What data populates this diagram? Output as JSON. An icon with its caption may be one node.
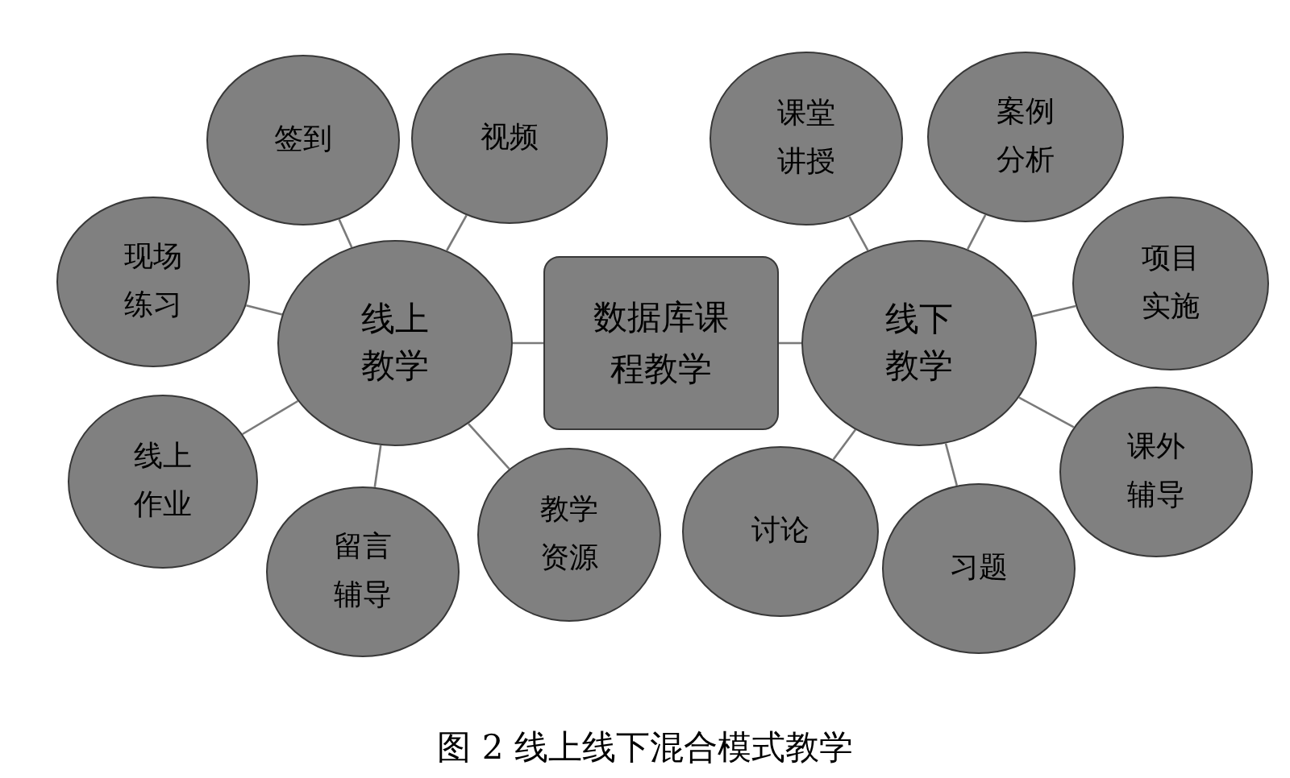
{
  "diagram": {
    "caption": "图 2 线上线下混合模式教学",
    "nodes": [
      {
        "text": [
          "签到"
        ]
      },
      {
        "text": [
          "视频"
        ]
      },
      {
        "text": [
          "课堂讲授"
        ]
      },
      {
        "text": [
          "案例分析"
        ]
      },
      {
        "text": [
          "现场练习"
        ]
      },
      {
        "text": [
          "项目实施"
        ]
      },
      {
        "text": [
          "线上教学"
        ]
      },
      {
        "text": [
          "数据库课程教学"
        ]
      },
      {
        "text": [
          "线下教学"
        ]
      },
      {
        "text": [
          "线上作业"
        ]
      },
      {
        "text": [
          "课外辅导"
        ]
      },
      {
        "text": [
          "教学资源"
        ]
      },
      {
        "text": [
          "讨论"
        ]
      },
      {
        "text": [
          "留言辅导"
        ]
      },
      {
        "text": [
          "习题"
        ]
      }
    ],
    "edges": [
      {
        "from": 7,
        "to": 6,
        "arrow": "none"
      },
      {
        "from": 7,
        "to": 8,
        "arrow": "none"
      },
      {
        "from": 6,
        "to": 0,
        "arrow": "none"
      },
      {
        "from": 6,
        "to": 1,
        "arrow": "none"
      },
      {
        "from": 6,
        "to": 4,
        "arrow": "none"
      },
      {
        "from": 6,
        "to": 9,
        "arrow": "none"
      },
      {
        "from": 6,
        "to": 13,
        "arrow": "none"
      },
      {
        "from": 6,
        "to": 11,
        "arrow": "none"
      },
      {
        "from": 8,
        "to": 2,
        "arrow": "none"
      },
      {
        "from": 8,
        "to": 3,
        "arrow": "none"
      },
      {
        "from": 8,
        "to": 5,
        "arrow": "none"
      },
      {
        "from": 8,
        "to": 10,
        "arrow": "none"
      },
      {
        "from": 8,
        "to": 14,
        "arrow": "none"
      },
      {
        "from": 8,
        "to": 12,
        "arrow": "none"
      }
    ]
  }
}
